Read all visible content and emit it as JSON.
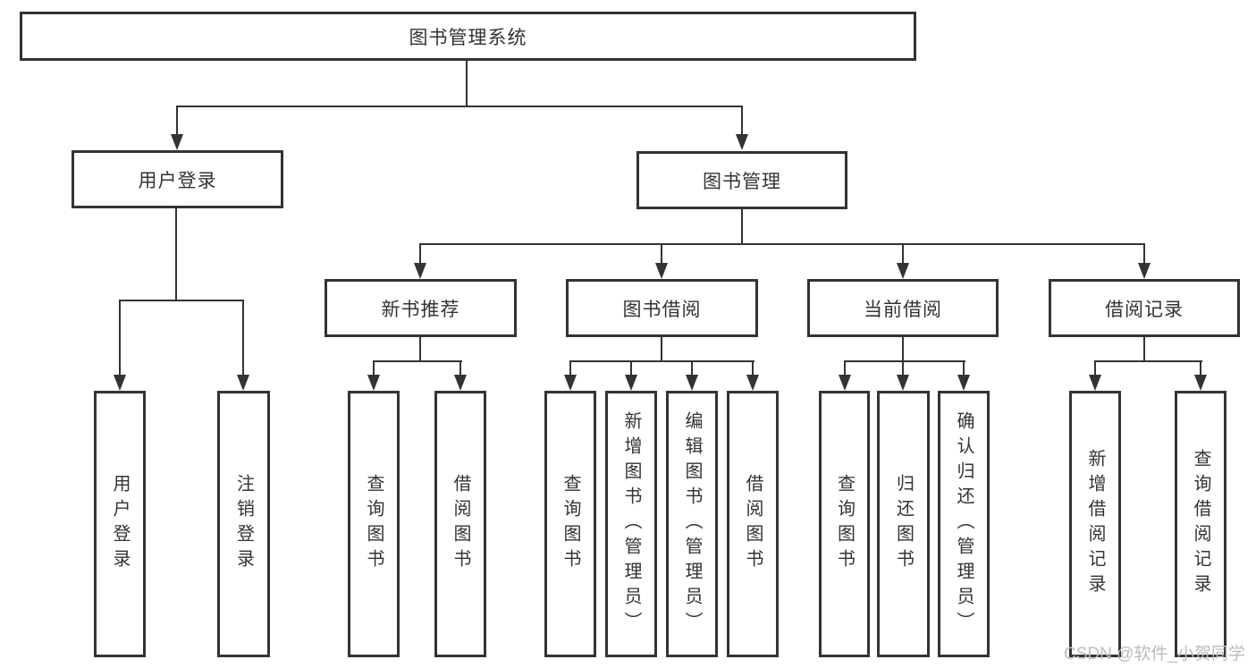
{
  "nodes": {
    "root": "图书管理系统",
    "level1": [
      "用户登录",
      "图书管理"
    ],
    "level2": [
      "新书推荐",
      "图书借阅",
      "当前借阅",
      "借阅记录"
    ],
    "leaves": {
      "user_login": [
        "用户登录",
        "注销登录"
      ],
      "new_books": [
        "查询图书",
        "借阅图书"
      ],
      "book_borrow": [
        "查询图书",
        "新增图书（管理员）",
        "编辑图书（管理员）",
        "借阅图书"
      ],
      "current_borrow": [
        "查询图书",
        "归还图书",
        "确认归还（管理员）"
      ],
      "borrow_records": [
        "新增借阅记录",
        "查询借阅记录"
      ]
    }
  },
  "watermark": "CSDN @软件_小贺同学",
  "colors": {
    "line": "#333333",
    "box_border": "#333333",
    "text": "#333333",
    "watermark": "#bcbcbc",
    "background": "#ffffff"
  }
}
